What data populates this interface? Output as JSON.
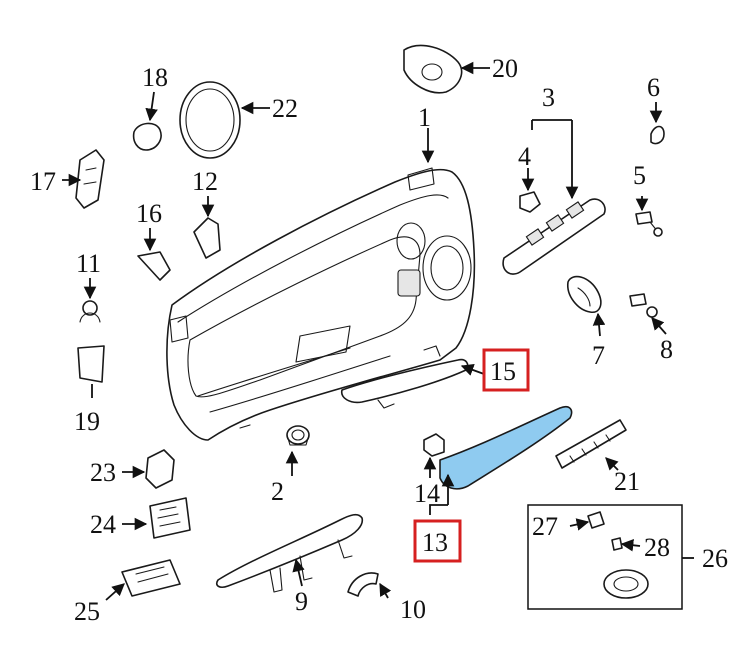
{
  "diagram": {
    "highlight_color": "#8fcbf0",
    "callout_box_color": "#d62020",
    "callouts": {
      "c1": "1",
      "c2": "2",
      "c3": "3",
      "c4": "4",
      "c5": "5",
      "c6": "6",
      "c7": "7",
      "c8": "8",
      "c9": "9",
      "c10": "10",
      "c11": "11",
      "c12": "12",
      "c13": "13",
      "c14": "14",
      "c15": "15",
      "c16": "16",
      "c17": "17",
      "c18": "18",
      "c19": "19",
      "c20": "20",
      "c21": "21",
      "c22": "22",
      "c23": "23",
      "c24": "24",
      "c25": "25",
      "c26": "26",
      "c27": "27",
      "c28": "28"
    },
    "highlighted_callouts": [
      "13",
      "15"
    ],
    "highlighted_part": "14"
  }
}
